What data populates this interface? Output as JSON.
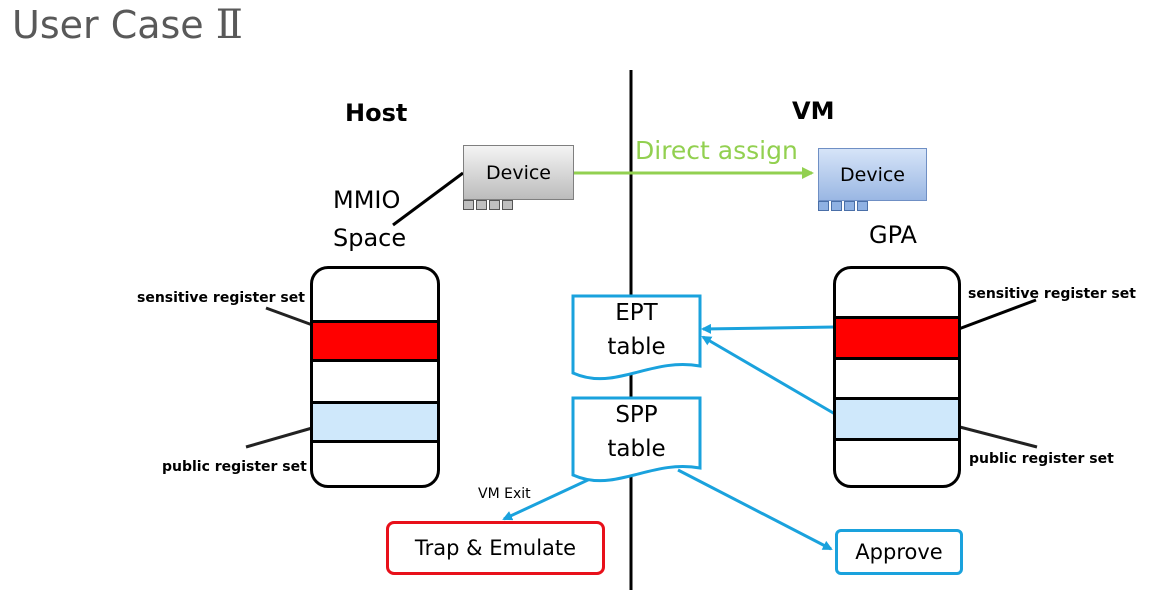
{
  "title": {
    "text": "User Case",
    "numeral": "Ⅱ"
  },
  "host": {
    "label": "Host",
    "device_label": "Device",
    "mmio_line1": "MMIO",
    "mmio_line2": "Space",
    "sensitive_label": "sensitive register set",
    "public_label": "public register set"
  },
  "vm": {
    "label": "VM",
    "device_label": "Device",
    "gpa_label": "GPA",
    "sensitive_label": "sensitive register set",
    "public_label": "public register set"
  },
  "direct_assign_label": "Direct assign",
  "ept": {
    "line1": "EPT",
    "line2": "table"
  },
  "spp": {
    "line1": "SPP",
    "line2": "table"
  },
  "vm_exit_label": "VM Exit",
  "trap_label": "Trap & Emulate",
  "approve_label": "Approve",
  "colors": {
    "sensitive": "#ff0000",
    "public": "#cfe8fb",
    "arrow": "#1aa2dd",
    "direct_assign": "#92d050",
    "trap_border": "#e8101a"
  }
}
